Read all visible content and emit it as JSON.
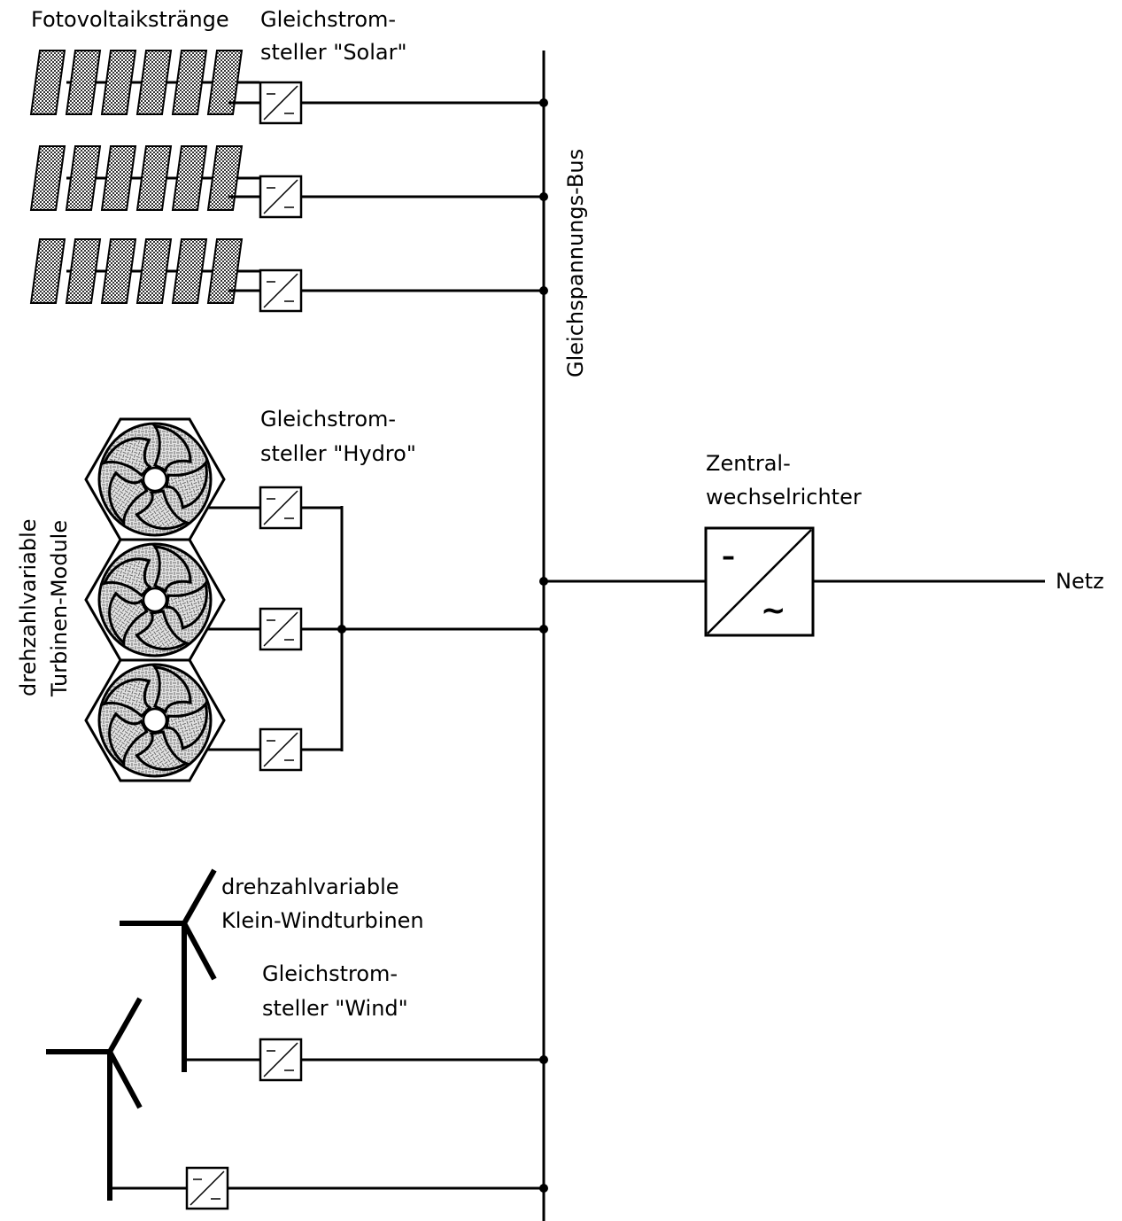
{
  "labels": {
    "pv_strings": "Fotovoltaikstränge",
    "solar_converter_line1": "Gleichstrom-",
    "solar_converter_line2": "steller \"Solar\"",
    "dc_bus": "Gleichspannungs-Bus",
    "hydro_converter_line1": "Gleichstrom-",
    "hydro_converter_line2": "steller \"Hydro\"",
    "turbine_modules_line1": "drehzahlvariable",
    "turbine_modules_line2": "Turbinen-Module",
    "central_inverter_line1": "Zentral-",
    "central_inverter_line2": "wechselrichter",
    "grid": "Netz",
    "wind_turbines_line1": "drehzahlvariable",
    "wind_turbines_line2": "Klein-Windturbinen",
    "wind_converter_line1": "Gleichstrom-",
    "wind_converter_line2": "steller \"Wind\""
  },
  "inverter": {
    "dc_symbol": "–",
    "ac_symbol": "~"
  }
}
